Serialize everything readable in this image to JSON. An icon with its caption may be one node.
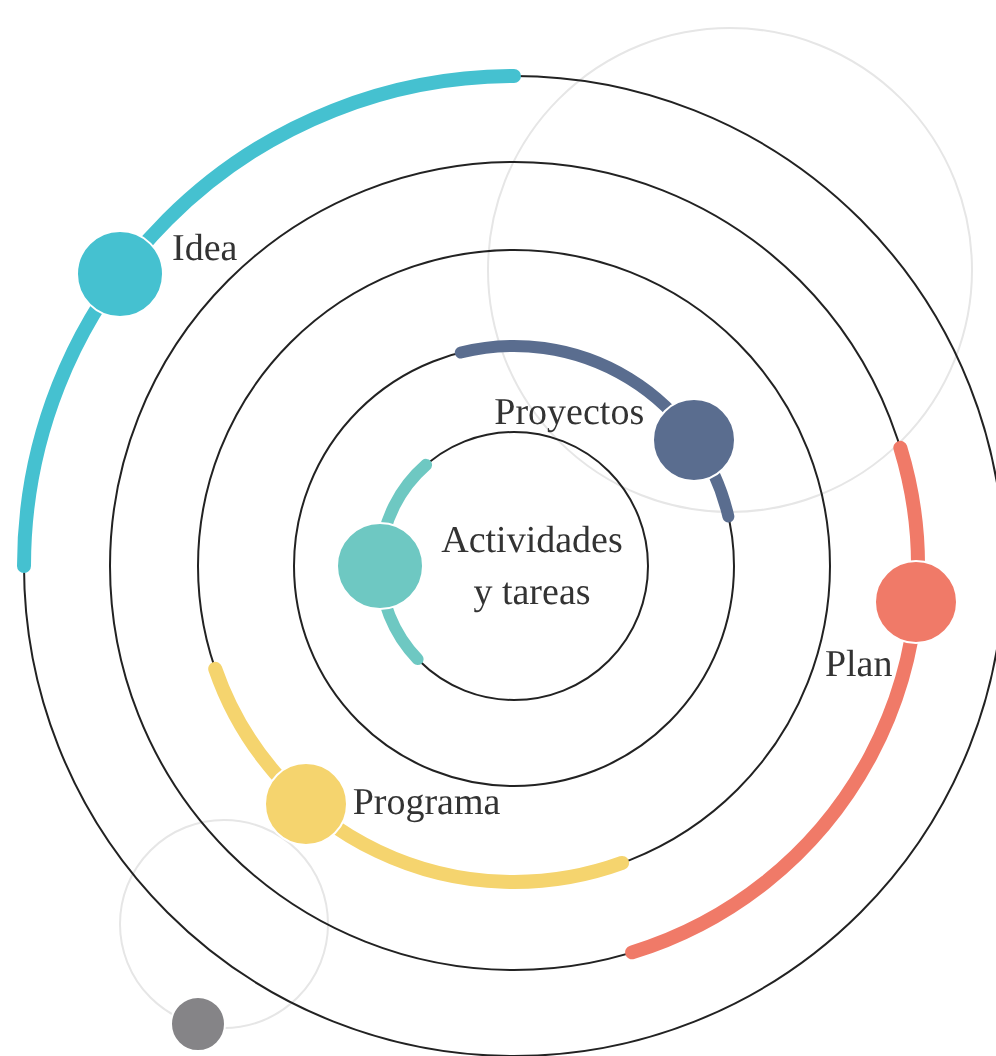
{
  "diagram": {
    "nodes": [
      {
        "text": [
          "Idea"
        ]
      },
      {
        "text": [
          "Proyectos"
        ]
      },
      {
        "text": [
          "Actividades y tareas"
        ]
      },
      {
        "text": [
          "Plan"
        ]
      },
      {
        "text": [
          "Programa"
        ]
      },
      {
        "text": [],
        "shape": "circle"
      }
    ]
  }
}
